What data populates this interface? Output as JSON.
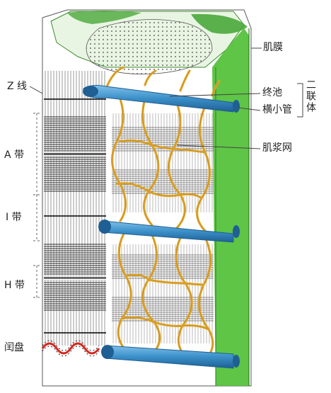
{
  "labels": {
    "z_line": "Z 线",
    "a_band": "A 带",
    "i_band": "I 带",
    "h_band": "H 带",
    "intercalated_disc": "闰盘",
    "sarcolemma": "肌膜",
    "terminal_cisterna": "终池",
    "transverse_tubule": "横小管",
    "sarcoplasmic_reticulum": "肌浆网",
    "diad": "二联体"
  },
  "colors": {
    "t_tubule": "#3a8fc8",
    "t_tubule_dark": "#1f5f94",
    "reticulum": "#e2a82c",
    "sarcolemma": "#55c23c",
    "disc_red": "#d8261e",
    "fibril_line": "#555555",
    "dark_band": "#2a2a2a"
  }
}
